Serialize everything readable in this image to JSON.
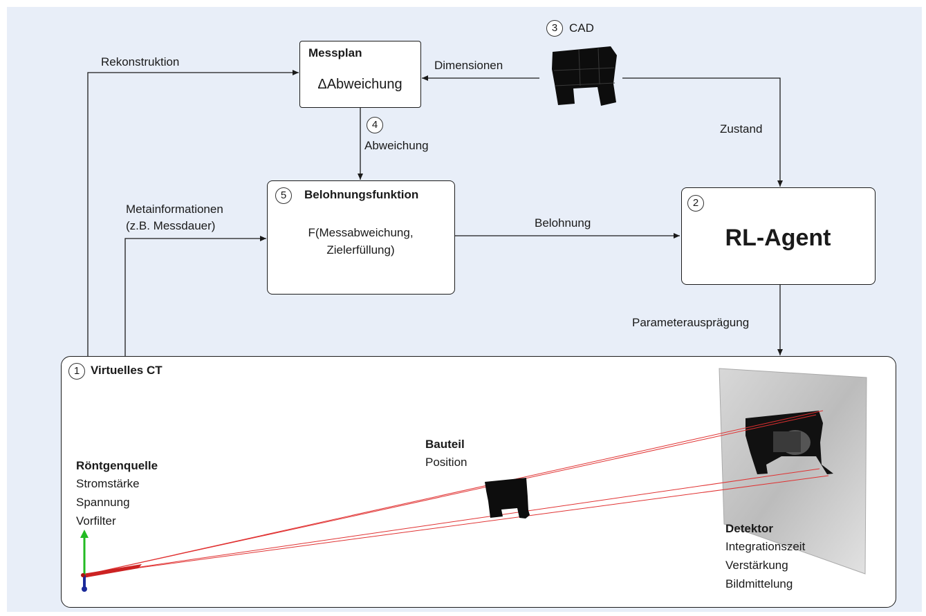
{
  "messplan": {
    "title": "Messplan",
    "formula": "ΔAbweichung"
  },
  "cad": {
    "number": "3",
    "label": "CAD"
  },
  "belohnungsfunktion": {
    "number": "5",
    "title": "Belohnungsfunktion",
    "formula_line1": "F(Messabweichung,",
    "formula_line2": "Zielerfüllung)"
  },
  "agent": {
    "number": "2",
    "title": "RL-Agent"
  },
  "virtual_ct": {
    "number": "1",
    "title": "Virtuelles CT"
  },
  "step4": {
    "number": "4"
  },
  "edges": {
    "rekonstruktion": "Rekonstruktion",
    "dimensionen": "Dimensionen",
    "abweichung": "Abweichung",
    "zustand": "Zustand",
    "metainfo_line1": "Metainformationen",
    "metainfo_line2": "(z.B. Messdauer)",
    "belohnung": "Belohnung",
    "parameter": "Parameterausprägung"
  },
  "roentgenquelle": {
    "title": "Röntgenquelle",
    "params": [
      "Stromstärke",
      "Spannung",
      "Vorfilter"
    ]
  },
  "bauteil": {
    "title": "Bauteil",
    "params": [
      "Position"
    ]
  },
  "detektor": {
    "title": "Detektor",
    "params": [
      "Integrationszeit",
      "Verstärkung",
      "Bildmittelung"
    ]
  },
  "colors": {
    "background": "#e8eef8",
    "box_border": "#1a1a1a",
    "ray": "#e03030",
    "axis_green": "#22bb22",
    "axis_blue": "#1a2a9a",
    "part": "#0d0d0d"
  },
  "icons": {
    "source_axes": "coordinate-axes-icon",
    "cad_part": "cad-part-icon"
  }
}
